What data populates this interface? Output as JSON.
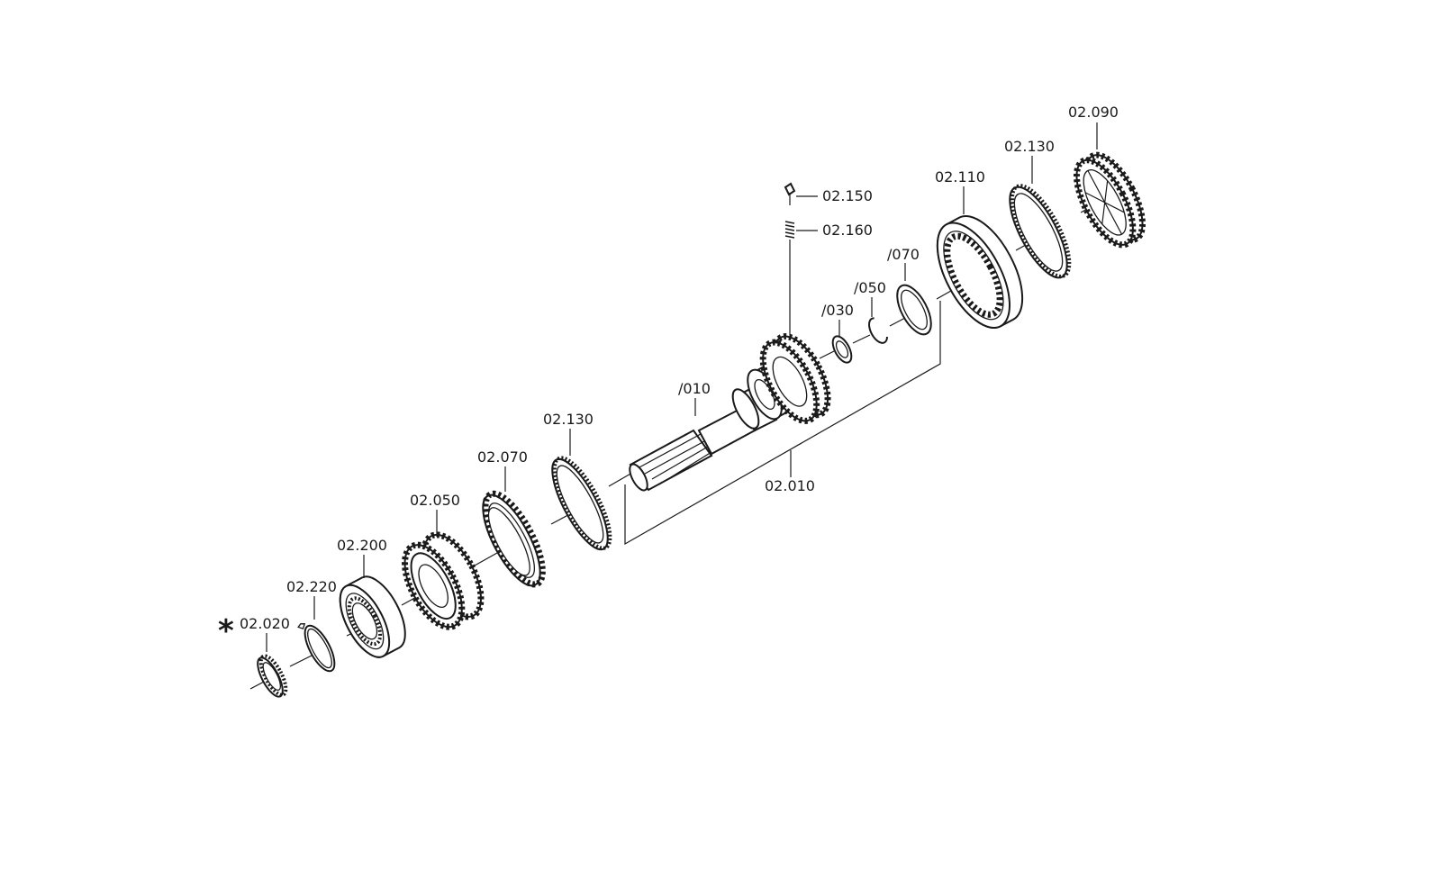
{
  "diagram": {
    "labels": {
      "p02020": "02.020",
      "p02220": "02.220",
      "p02200": "02.200",
      "p02050": "02.050",
      "p02070": "02.070",
      "p02130a": "02.130",
      "p010": "/010",
      "p02010": "02.010",
      "p02150": "02.150",
      "p02160": "02.160",
      "p030": "/030",
      "p050": "/050",
      "p070": "/070",
      "p02110": "02.110",
      "p02130b": "02.130",
      "p02090": "02.090"
    },
    "marker": "*",
    "line_color": "#1a1a1a",
    "background_color": "#ffffff"
  }
}
